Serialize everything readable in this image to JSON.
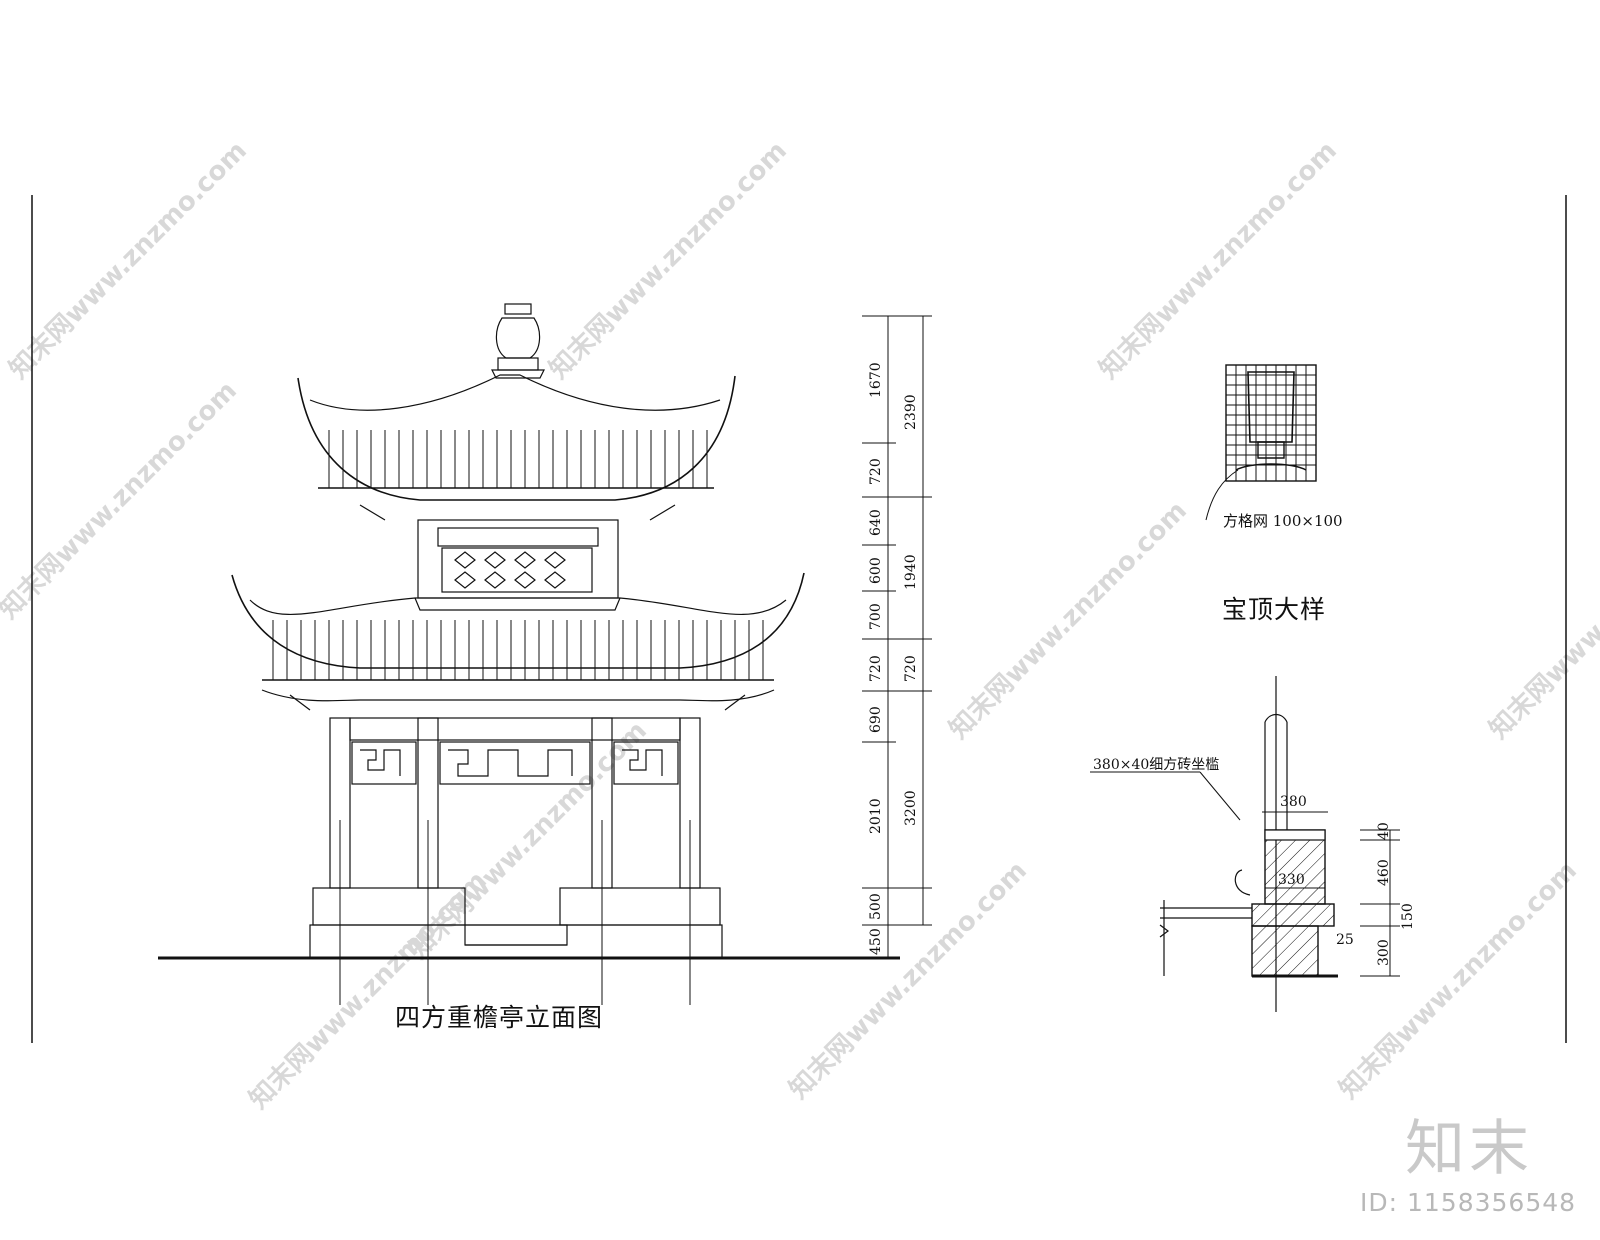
{
  "titles": {
    "elevation": "四方重檐亭立面图",
    "finial_detail": "宝顶大样"
  },
  "annotations": {
    "grid": "方格网 100×100",
    "sill": "380×40细方砖坐槛"
  },
  "elevation_dims_inner": [
    "1670",
    "720",
    "640",
    "600",
    "700",
    "720",
    "690",
    "2010",
    "500",
    "450"
  ],
  "elevation_dims_outer": [
    "2390",
    "1940",
    "720",
    "3200"
  ],
  "base_dims": {
    "top_width": "380",
    "inner_width": "330",
    "right_a": "40",
    "right_b": "460",
    "right_c": "150",
    "right_d": "300",
    "step": "25"
  },
  "watermark": {
    "text": "知末网www.znzmo.com",
    "logo": "知末",
    "id": "ID: 1158356548"
  }
}
